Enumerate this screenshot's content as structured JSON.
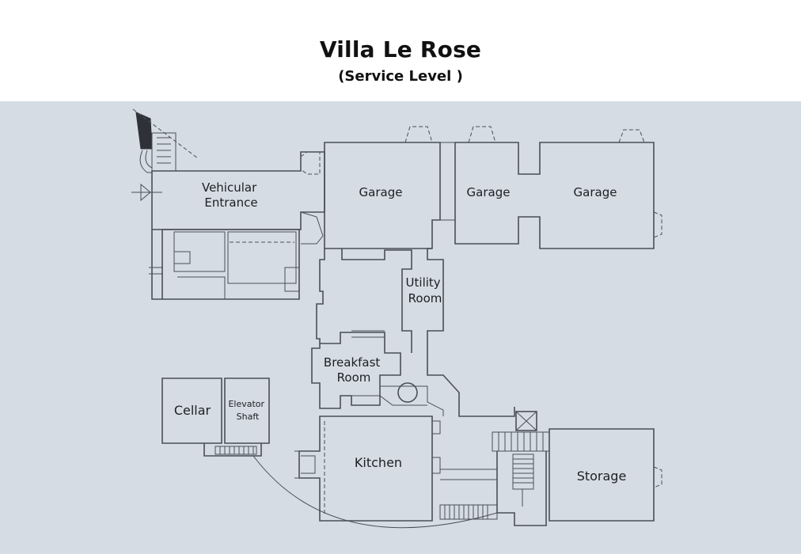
{
  "title": "Villa Le Rose",
  "subtitle": "(Service Level )",
  "colors": {
    "background": "#ffffff",
    "plan_background": "#d5dce4",
    "wall": "#4a4f58",
    "text": "#1c1f24"
  },
  "rooms": {
    "vehicular_entrance": [
      "Vehicular",
      "Entrance"
    ],
    "garage_1": [
      "Garage"
    ],
    "garage_2": [
      "Garage"
    ],
    "garage_3": [
      "Garage"
    ],
    "utility_room": [
      "Utility",
      "Room"
    ],
    "breakfast_room": [
      "Breakfast",
      "Room"
    ],
    "cellar": [
      "Cellar"
    ],
    "elevator_shaft": [
      "Elevator",
      "Shaft"
    ],
    "kitchen": [
      "Kitchen"
    ],
    "storage": [
      "Storage"
    ]
  }
}
